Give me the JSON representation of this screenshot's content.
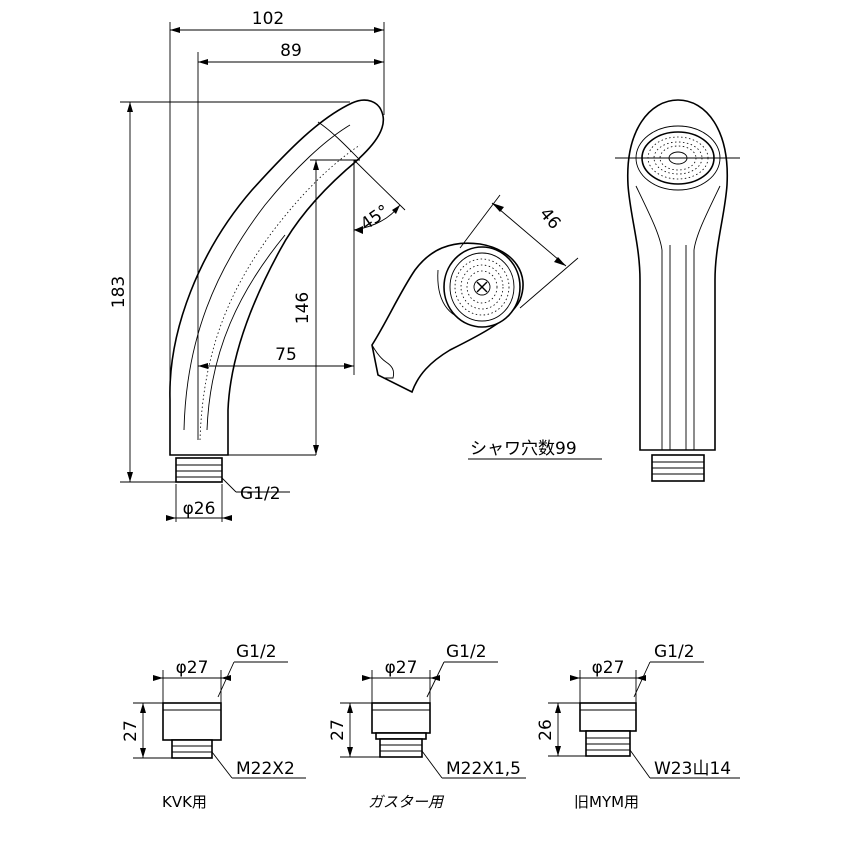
{
  "main_view": {
    "dim_width_total": "102",
    "dim_width_89": "89",
    "dim_height_total": "183",
    "dim_height_146": "146",
    "dim_offset_75": "75",
    "dim_angle": "45°",
    "dim_dia_26": "φ26",
    "thread_label": "G1/2"
  },
  "face_view": {
    "dim_face": "46"
  },
  "front_view": {
    "holes_label": "シャワ穴数99"
  },
  "adapters": [
    {
      "dia": "φ27",
      "thread": "G1/2",
      "height": "27",
      "spec": "M22X2",
      "name": "KVK用"
    },
    {
      "dia": "φ27",
      "thread": "G1/2",
      "height": "27",
      "spec": "M22X1,5",
      "name": "ガスター用"
    },
    {
      "dia": "φ27",
      "thread": "G1/2",
      "height": "26",
      "spec": "W23山14",
      "name": "旧MYM用"
    }
  ]
}
